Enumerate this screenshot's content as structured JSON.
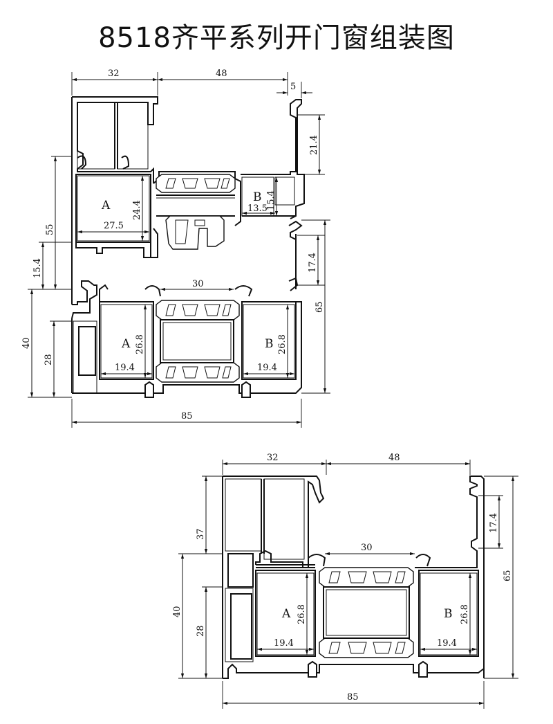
{
  "title": "8518齐平系列开门窗组装图",
  "top": {
    "dims": {
      "w32": "32",
      "w48": "48",
      "w5": "5",
      "h21_4": "21.4",
      "h55": "55",
      "h24_4": "24.4",
      "w27_5": "27.5",
      "h15_4a": "15.4",
      "w13_5": "13.5",
      "h17_4": "17.4",
      "h15_4b": "15.4",
      "w30": "30",
      "h65": "65",
      "h40": "40",
      "h28": "28",
      "h26_8a": "26.8",
      "h26_8b": "26.8",
      "w19_4a": "19.4",
      "w19_4b": "19.4",
      "w85": "85"
    },
    "labels": {
      "a1": "A",
      "b1": "B",
      "a2": "A",
      "b2": "B"
    }
  },
  "bottom": {
    "dims": {
      "w32": "32",
      "w48": "48",
      "h17_4": "17.4",
      "h37": "37",
      "w30": "30",
      "h65": "65",
      "h40": "40",
      "h28": "28",
      "h26_8a": "26.8",
      "h26_8b": "26.8",
      "w19_4a": "19.4",
      "w19_4b": "19.4",
      "w85": "85"
    },
    "labels": {
      "a": "A",
      "b": "B"
    }
  }
}
